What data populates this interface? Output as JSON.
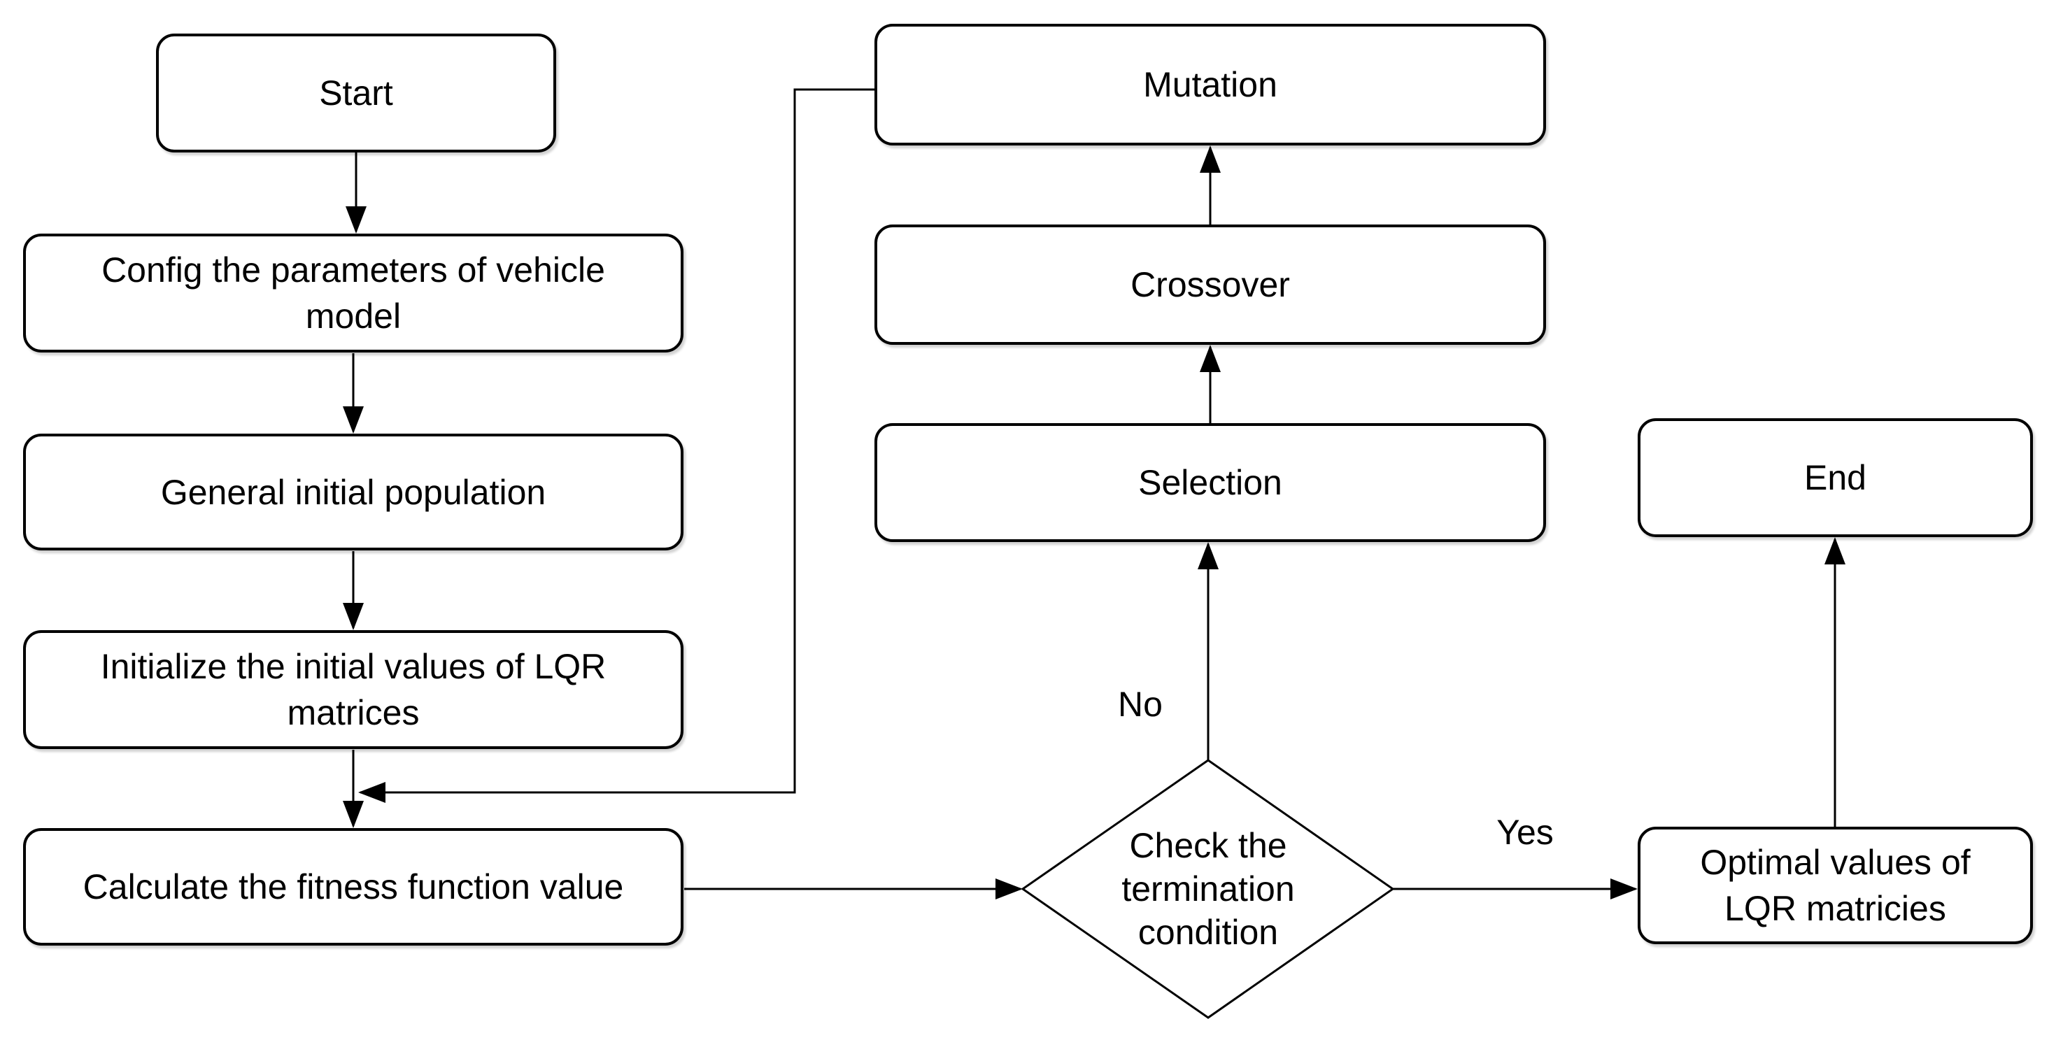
{
  "diagram": {
    "title_hint": "Genetic algorithm flowchart for tuning LQR matrices",
    "colors": {
      "background": "#ffffff",
      "node_fill": "#ffffff",
      "stroke": "#000000",
      "text": "#000000"
    },
    "nodes": {
      "start": {
        "type": "rounded-rect",
        "label": "Start"
      },
      "config": {
        "type": "rounded-rect",
        "label": "Config the parameters of vehicle\nmodel"
      },
      "general": {
        "type": "rounded-rect",
        "label": "General initial population"
      },
      "initialize": {
        "type": "rounded-rect",
        "label": "Initialize the initial values of LQR\nmatrices"
      },
      "calculate": {
        "type": "rounded-rect",
        "label": "Calculate the fitness function value"
      },
      "mutation": {
        "type": "rounded-rect",
        "label": "Mutation"
      },
      "crossover": {
        "type": "rounded-rect",
        "label": "Crossover"
      },
      "selection": {
        "type": "rounded-rect",
        "label": "Selection"
      },
      "decision": {
        "type": "diamond",
        "label": "Check the\ntermination\ncondition"
      },
      "optimal": {
        "type": "rounded-rect",
        "label": "Optimal values of\nLQR matricies"
      },
      "end": {
        "type": "rounded-rect",
        "label": "End"
      }
    },
    "edges": [
      {
        "from": "start",
        "to": "config",
        "label": ""
      },
      {
        "from": "config",
        "to": "general",
        "label": ""
      },
      {
        "from": "general",
        "to": "initialize",
        "label": ""
      },
      {
        "from": "initialize",
        "to": "calculate",
        "label": ""
      },
      {
        "from": "calculate",
        "to": "decision",
        "label": ""
      },
      {
        "from": "decision",
        "to": "selection",
        "label": "No"
      },
      {
        "from": "selection",
        "to": "crossover",
        "label": ""
      },
      {
        "from": "crossover",
        "to": "mutation",
        "label": ""
      },
      {
        "from": "mutation",
        "to": "calculate",
        "label": ""
      },
      {
        "from": "decision",
        "to": "optimal",
        "label": "Yes"
      },
      {
        "from": "optimal",
        "to": "end",
        "label": ""
      }
    ]
  }
}
